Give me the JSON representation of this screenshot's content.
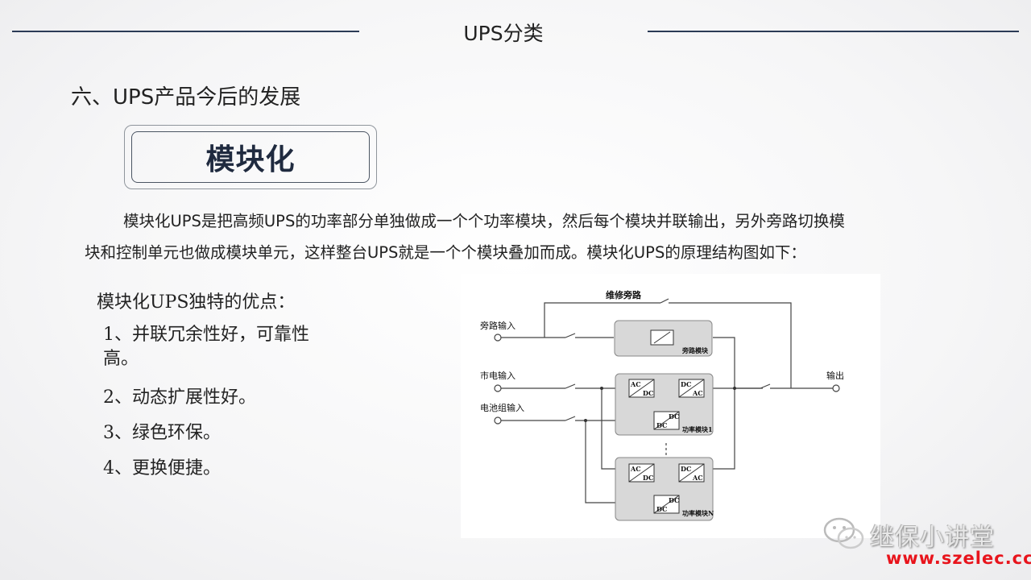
{
  "header": {
    "title": "UPS分类"
  },
  "section": {
    "title": "六、UPS产品今后的发展"
  },
  "topic_box": {
    "label": "模块化"
  },
  "paragraph": {
    "line1": "模块化UPS是把高频UPS的功率部分单独做成一个个功率模块，然后每个模块并联输出，另外旁路切换模",
    "line2": "块和控制单元也做成模块单元，这样整台UPS就是一个个模块叠加而成。模块化UPS的原理结构图如下："
  },
  "advantages": {
    "title": "模块化UPS独特的优点：",
    "items": [
      "1、并联冗余性好，可靠性高。",
      "2、动态扩展性好。",
      "3、绿色环保。",
      "4、更换便捷。"
    ]
  },
  "diagram": {
    "maintenance_bypass": "维修旁路",
    "bypass_input": "旁路输入",
    "mains_input": "市电输入",
    "battery_input": "电池组输入",
    "output": "输出",
    "bypass_module": "旁路模块",
    "power_module_1": "功率模块1",
    "power_module_n": "功率模块N",
    "ac": "AC",
    "dc": "DC"
  },
  "watermark": {
    "name": "继保小讲堂",
    "url": "www.szelec.cc"
  }
}
